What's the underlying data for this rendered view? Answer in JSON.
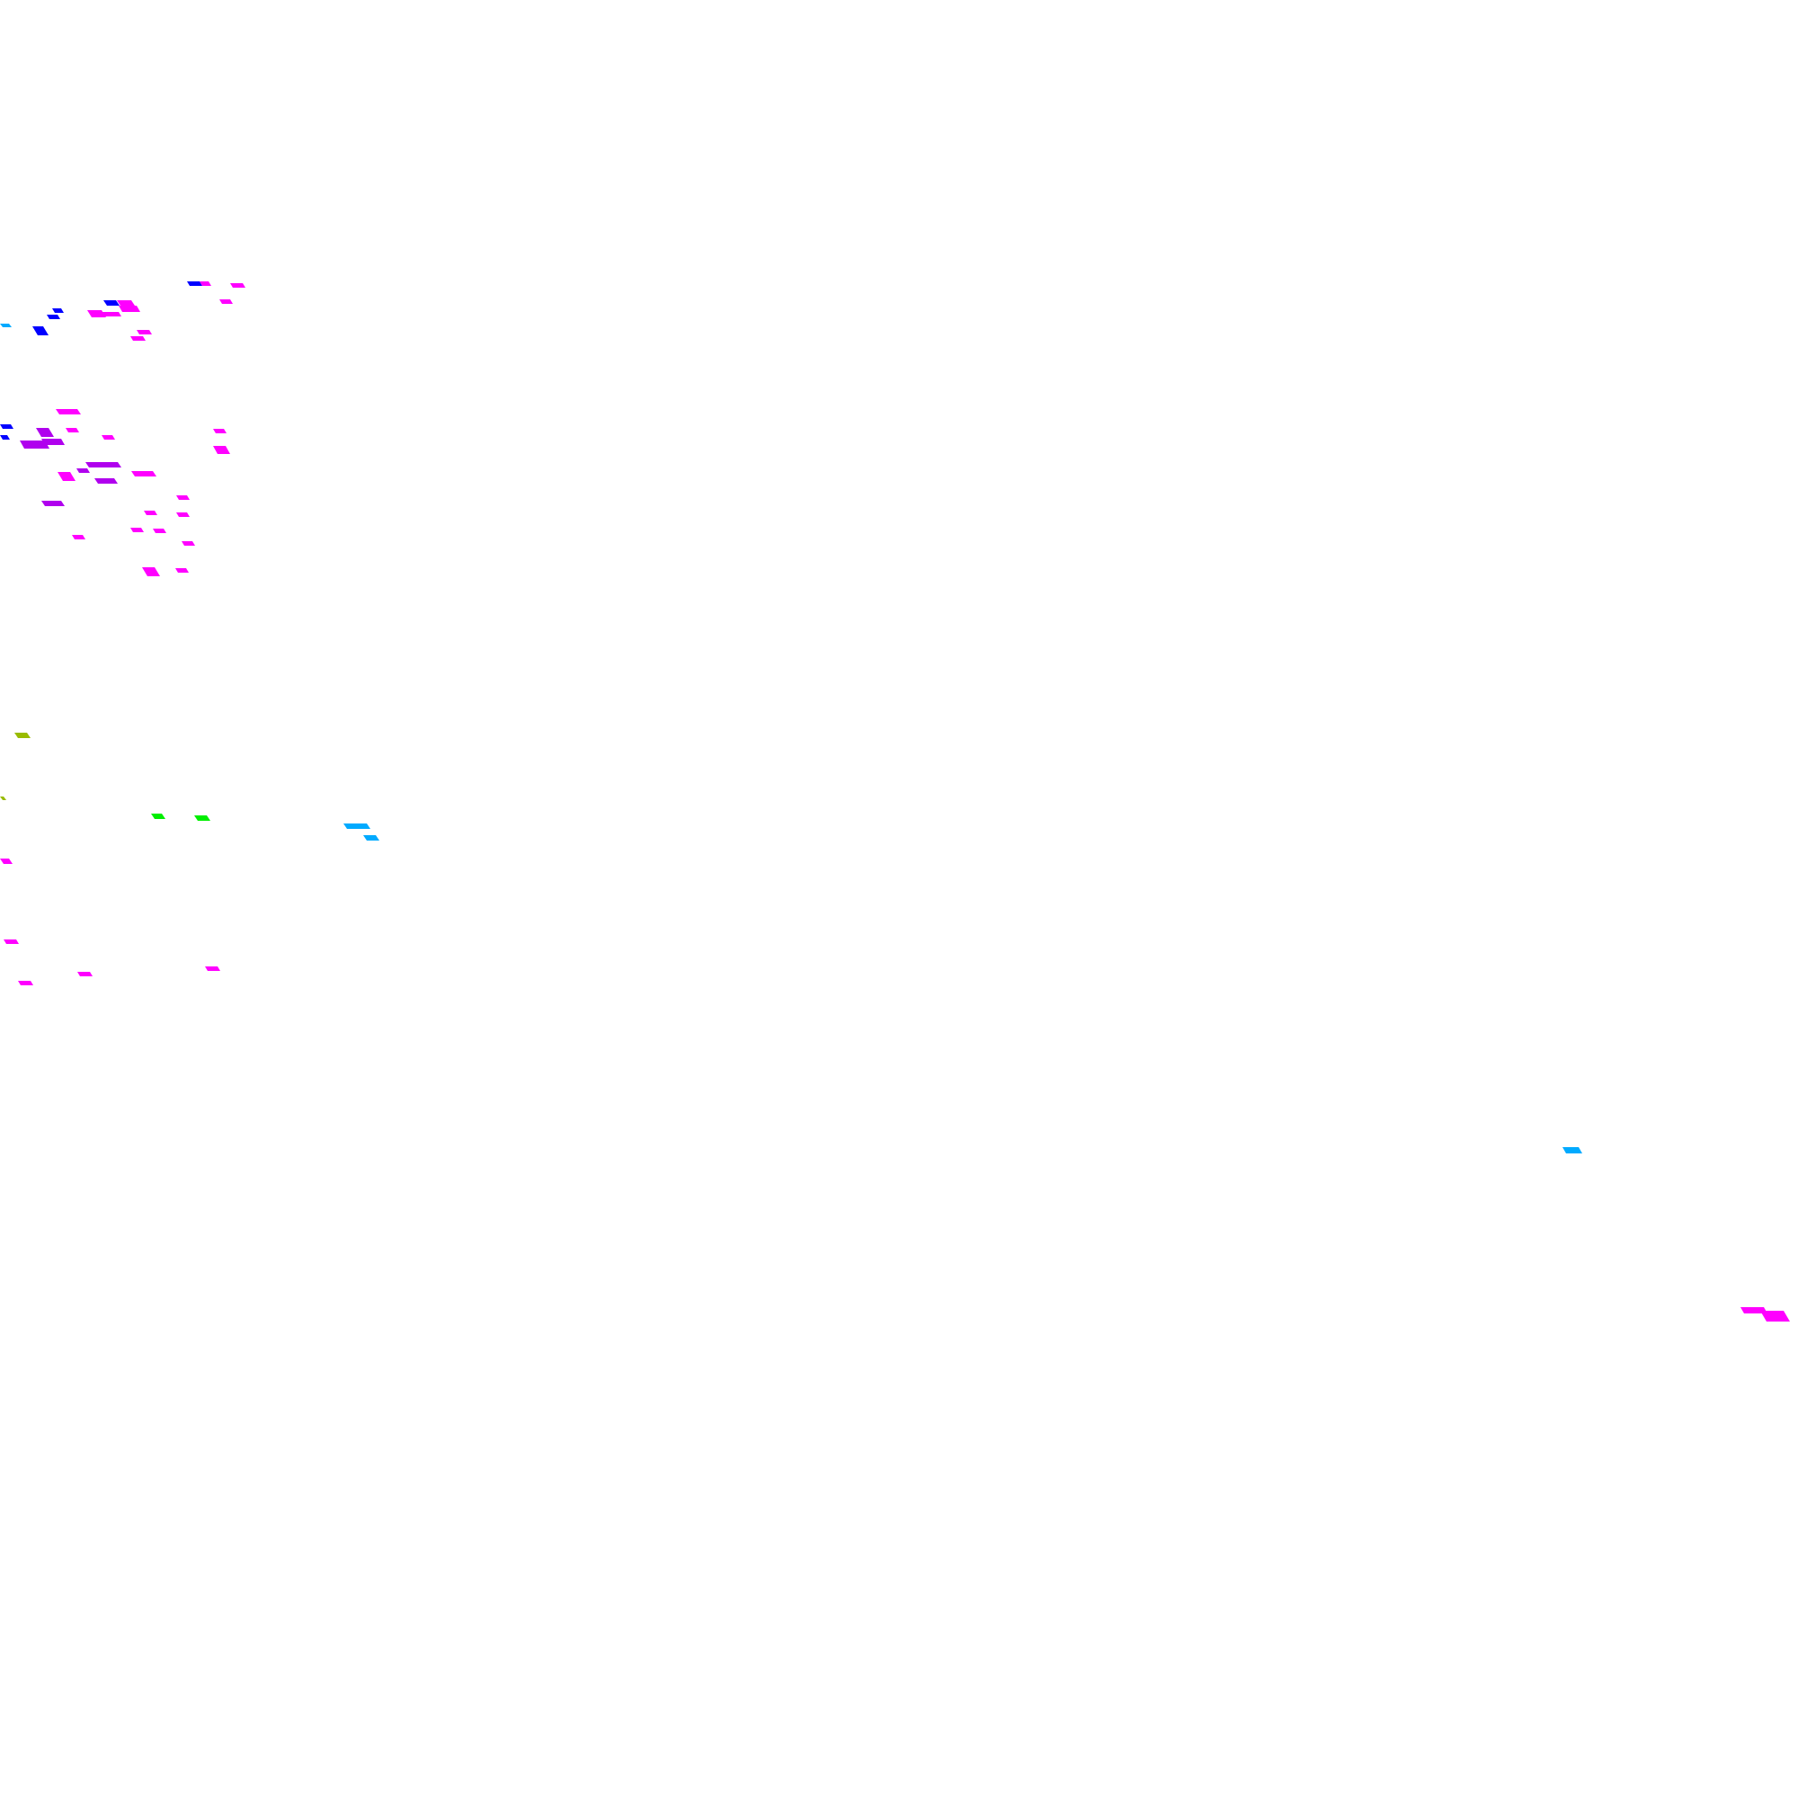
{
  "palette": {
    "background": "#ffffff",
    "magenta": "#ff00ff",
    "blue": "#0000ff",
    "violet": "#b000ee",
    "sky_blue": "#00aaff",
    "green": "#00ee00",
    "olive": "#99bb00"
  },
  "fragments": {
    "description_visible_text": "",
    "count_by_color": {
      "magenta": 36,
      "blue": 8,
      "violet": 8,
      "sky_blue": 5,
      "green": 2,
      "olive": 2
    }
  }
}
